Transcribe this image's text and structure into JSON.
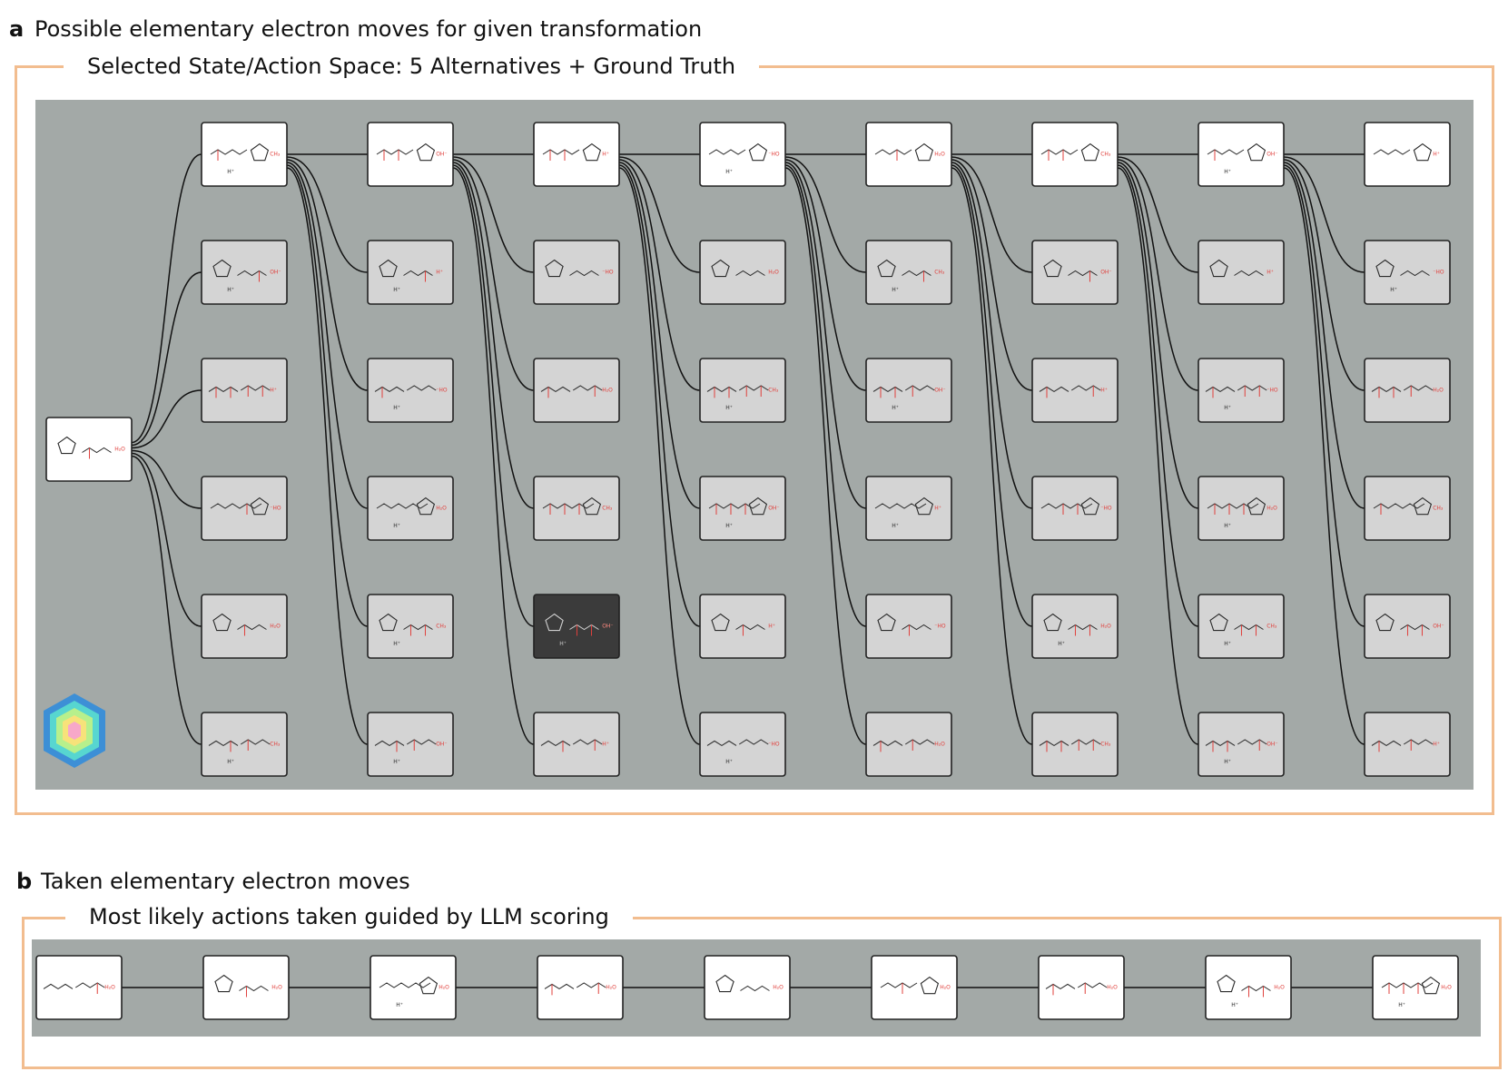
{
  "panel_a": {
    "letter": "a",
    "title": "Possible elementary electron moves for given transformation",
    "caption": "Selected State/Action Space: 5 Alternatives + Ground Truth"
  },
  "panel_b": {
    "letter": "b",
    "title": "Taken  elementary electron moves",
    "caption": "Most likely actions taken guided by LLM scoring"
  },
  "labels": {
    "h_plus": "H⁺",
    "ho_minus": "⁻HO",
    "water": "H₂O",
    "methyl": "CH₃",
    "oh_minus": "OH⁻"
  },
  "colors": {
    "frame": "#f2bd8f",
    "canvas": "#a3a9a7",
    "node_ground_truth": "#ffffff",
    "node_alternative": "#d4d4d4",
    "node_selected_dark": "#3b3b3b",
    "edge": "#111111",
    "heteroatom": "#e0403c"
  },
  "icons": [
    "hexagon-logo-icon"
  ]
}
